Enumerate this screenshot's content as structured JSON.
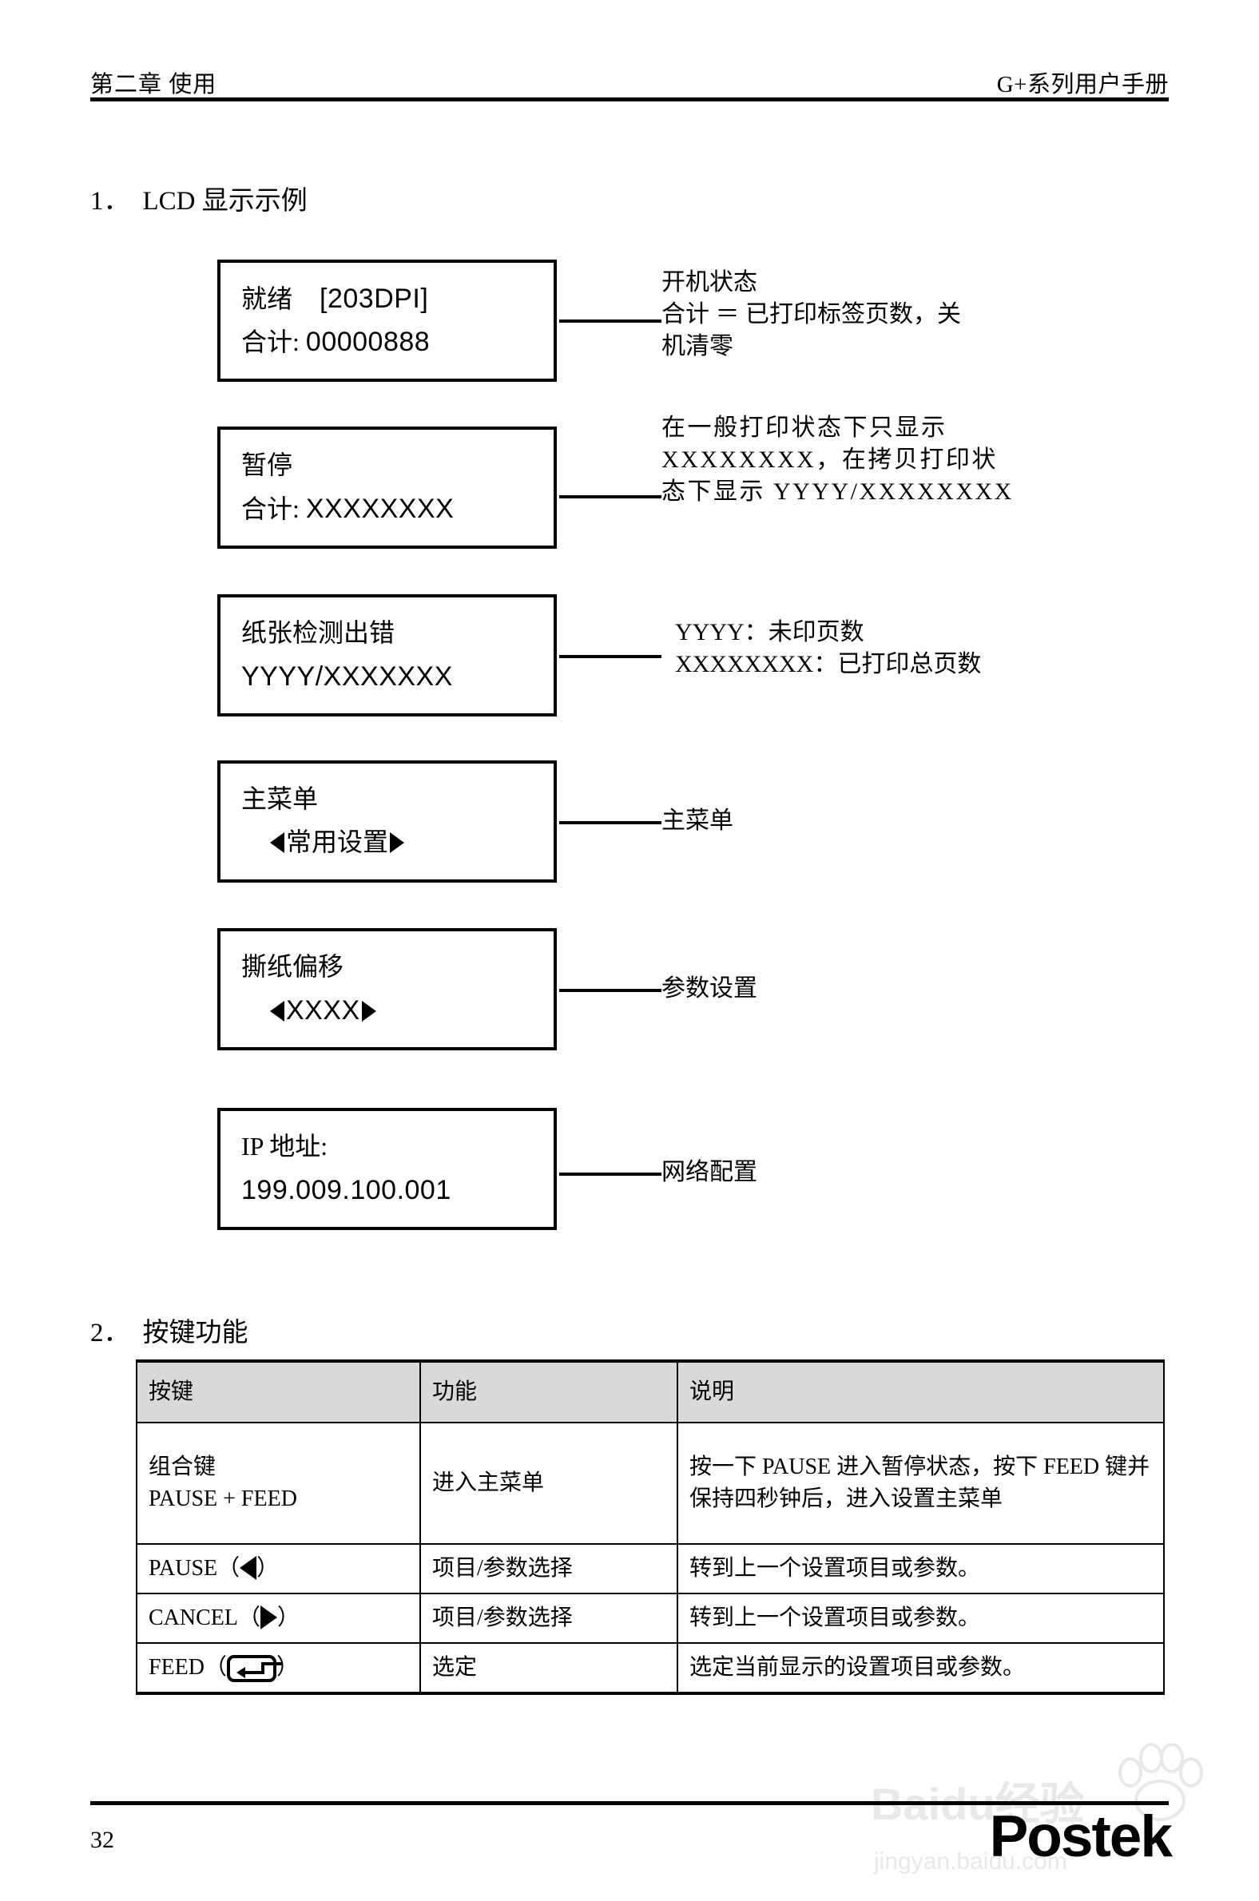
{
  "header": {
    "left": "第二章  使用",
    "right": "G+系列用户手册"
  },
  "sections": {
    "lcd": {
      "number": "1．",
      "title": "LCD 显示示例"
    },
    "keys": {
      "number": "2．",
      "title": "按键功能"
    }
  },
  "lcd_examples": [
    {
      "line1_cn": "就绪",
      "line1_val": "[203DPI]",
      "line2_cn": "合计:",
      "line2_val": "00000888",
      "annotation": "开机状态\n合计 ＝ 已打印标签页数，关\n机清零"
    },
    {
      "line1_cn": "暂停",
      "line1_val": "",
      "line2_cn": "合计:",
      "line2_val": "XXXXXXXX",
      "annotation": "在一般打印状态下只显示\nXXXXXXXX，在拷贝打印状\n态下显示 YYYY/XXXXXXXX"
    },
    {
      "line1_cn": "纸张检测出错",
      "line1_val": "",
      "line2_cn": "",
      "line2_val": "YYYY/XXXXXXX",
      "annotation": "YYYY：未印页数\nXXXXXXXX：已打印总页数"
    },
    {
      "line1_cn": "主菜单",
      "line1_val": "",
      "line2_cn": "常用设置",
      "line2_val": "",
      "annotation": "主菜单"
    },
    {
      "line1_cn": "撕纸偏移",
      "line1_val": "",
      "line2_cn": "",
      "line2_val": "XXXX",
      "annotation": "参数设置"
    },
    {
      "line1_cn": "IP 地址:",
      "line1_val": "",
      "line2_cn": "",
      "line2_val": "199.009.100.001",
      "annotation": "网络配置"
    }
  ],
  "key_table": {
    "headers": [
      "按键",
      "功能",
      "说明"
    ],
    "rows": [
      {
        "key_line1": "组合键",
        "key_line2": "PAUSE + FEED",
        "key_glyph": "none",
        "function": "进入主菜单",
        "description": "按一下 PAUSE 进入暂停状态，按下 FEED 键并保持四秒钟后，进入设置主菜单"
      },
      {
        "key_line1": "PAUSE（",
        "key_line2": "）",
        "key_glyph": "triangle-left",
        "function": "项目/参数选择",
        "description": "转到上一个设置项目或参数。"
      },
      {
        "key_line1": "CANCEL（",
        "key_line2": "）",
        "key_glyph": "triangle-right",
        "function": "项目/参数选择",
        "description": "转到上一个设置项目或参数。"
      },
      {
        "key_line1": "FEED（",
        "key_line2": "）",
        "key_glyph": "enter-key",
        "function": "选定",
        "description": "选定当前显示的设置项目或参数。"
      }
    ]
  },
  "footer": {
    "page_number": "32",
    "brand": "Postek",
    "watermark_text": "Baidu经验",
    "watermark_sub": "jingyan.baidu.com"
  }
}
